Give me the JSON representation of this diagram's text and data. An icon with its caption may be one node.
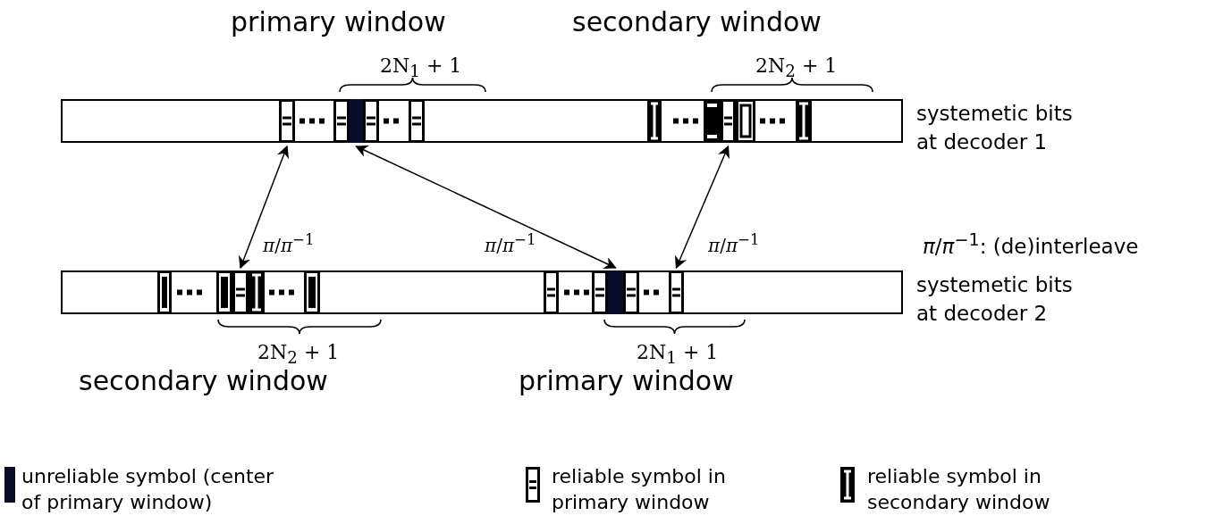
{
  "diagram": {
    "nodes": [
      {
        "text": [],
        "shape": "bar",
        "beside": [
          "systemetic bits at decoder 1"
        ]
      },
      {
        "text": [],
        "shape": "box",
        "in": 0
      },
      {
        "text": [],
        "shape": "box",
        "in": 0
      },
      {
        "text": [],
        "shape": "box",
        "in": 0
      },
      {
        "text": [],
        "shape": "bar",
        "beside": [
          "systemetic bits at decoder 2"
        ]
      },
      {
        "text": [],
        "shape": "box",
        "in": 4
      },
      {
        "text": [],
        "shape": "box",
        "in": 4
      },
      {
        "text": [],
        "shape": "box",
        "in": 4
      }
    ],
    "edges": [
      {
        "from": 1,
        "to": 5,
        "arrow": "both",
        "label": "*π*/*π*$^{−1}$"
      },
      {
        "from": 2,
        "to": 6,
        "arrow": "both",
        "label": "*π*/*π*$^{−1}$"
      },
      {
        "from": 3,
        "to": 7,
        "arrow": "both",
        "label": "*π*/*π*$^{−1}$"
      }
    ],
    "labels": [
      "primary window",
      "secondary window",
      "2N$_{1}$ + 1",
      "2N$_{2}$ + 1",
      "*π*/*π*$^{−1}$: (de)interleave",
      "2N$_{2}$ + 1",
      "2N$_{1}$ + 1",
      "secondary window",
      "primary window"
    ],
    "legend": [
      {
        "text": "unreliable symbol (center of primary window)",
        "color": "#0b0b2a"
      },
      {
        "text": "reliable symbol in primary window"
      },
      {
        "text": "reliable symbol in secondary window"
      }
    ]
  }
}
